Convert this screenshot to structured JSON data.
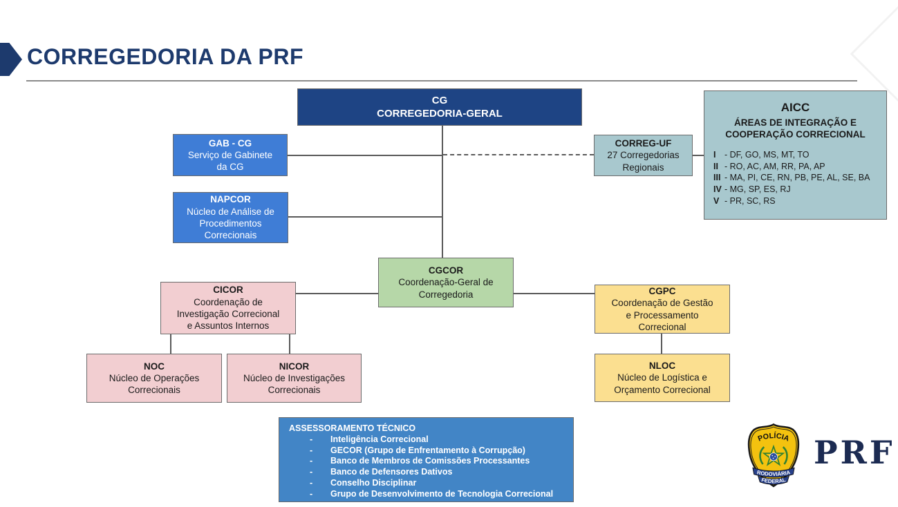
{
  "page": {
    "title": "CORREGEDORIA DA PRF"
  },
  "colors": {
    "title_navy": "#1d3a6d",
    "cg_navy": "#1e4484",
    "blue": "#3f7dd6",
    "assess_blue": "#4285c6",
    "teal": "#a8c8ce",
    "green": "#b6d7a8",
    "pink": "#f2ced1",
    "yellow": "#fbdf90",
    "connector": "#595959"
  },
  "org": {
    "cg": {
      "acronym": "CG",
      "name": "CORREGEDORIA-GERAL"
    },
    "gab_cg": {
      "acronym": "GAB - CG",
      "name": "Serviço de Gabinete\nda CG"
    },
    "napcor": {
      "acronym": "NAPCOR",
      "name": "Núcleo de Análise de\nProcedimentos\nCorrecionais"
    },
    "correg_uf": {
      "acronym": "CORREG-UF",
      "name": "27 Corregedorias\nRegionais"
    },
    "aicc": {
      "acronym": "AICC",
      "name": "ÁREAS DE INTEGRAÇÃO E\nCOOPERAÇÃO CORRECIONAL",
      "regions": [
        {
          "numeral": "I",
          "states": "- DF, GO, MS, MT, TO"
        },
        {
          "numeral": "II",
          "states": "- RO, AC, AM, RR, PA, AP"
        },
        {
          "numeral": "III",
          "states": "- MA, PI, CE, RN, PB, PE, AL, SE, BA"
        },
        {
          "numeral": "IV",
          "states": "- MG, SP, ES, RJ"
        },
        {
          "numeral": "V",
          "states": "- PR, SC, RS"
        }
      ]
    },
    "cgcor": {
      "acronym": "CGCOR",
      "name": "Coordenação-Geral de\nCorregedoria"
    },
    "cicor": {
      "acronym": "CICOR",
      "name": "Coordenação de\nInvestigação Correcional\ne Assuntos Internos"
    },
    "noc": {
      "acronym": "NOC",
      "name": "Núcleo de Operações\nCorrecionais"
    },
    "nicor": {
      "acronym": "NICOR",
      "name": "Núcleo de Investigações\nCorrecionais"
    },
    "cgpc": {
      "acronym": "CGPC",
      "name": "Coordenação de Gestão\ne Processamento\nCorrecional"
    },
    "nloc": {
      "acronym": "NLOC",
      "name": "Núcleo de Logística e\nOrçamento Correcional"
    },
    "assessoramento": {
      "title": "ASSESSORAMENTO TÉCNICO",
      "bullet": "-",
      "items": [
        "Inteligência Correcional",
        "GECOR (Grupo de Enfrentamento à Corrupção)",
        "Banco de Membros de Comissões Processantes",
        "Banco de Defensores Dativos",
        "Conselho Disciplinar",
        "Grupo de Desenvolvimento de Tecnologia Correcional"
      ]
    }
  },
  "logo": {
    "badge_top": "POLÍCIA",
    "badge_band1": "RODOVIÁRIA",
    "badge_band2": "FEDERAL",
    "wordmark": "PRF"
  }
}
